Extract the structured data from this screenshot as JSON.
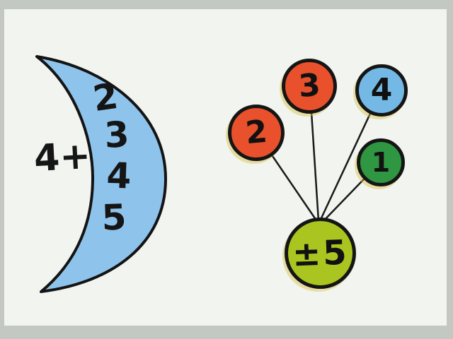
{
  "scene": {
    "background": "#f2f4ef",
    "frame_color": "#c3c8c2",
    "outline_color": "#141414"
  },
  "crescent": {
    "prefix_label": "4+",
    "numbers": [
      "2",
      "3",
      "4",
      "5"
    ],
    "fill": "#8ec4ec"
  },
  "balloons": [
    {
      "label": "2",
      "color": "#e8512b"
    },
    {
      "label": "3",
      "color": "#e8512b"
    },
    {
      "label": "4",
      "color": "#74b9e6"
    },
    {
      "label": "1",
      "color": "#2f9641"
    }
  ],
  "sum_balloon": {
    "label": "±5",
    "color": "#abc520"
  }
}
